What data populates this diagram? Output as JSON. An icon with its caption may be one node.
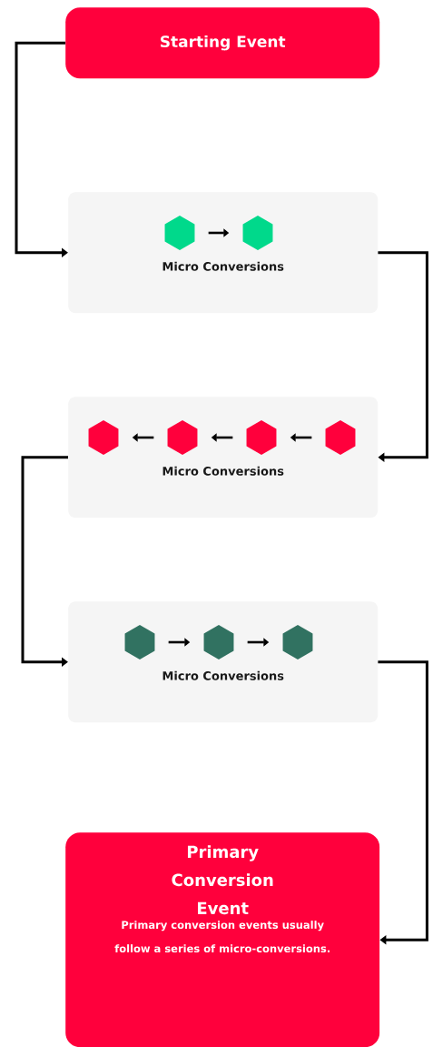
{
  "diagram": {
    "nodes": [
      {
        "text": [
          "Starting Event"
        ]
      },
      {
        "text": [
          "Micro Conversions"
        ]
      },
      {
        "text": [],
        "shape": "hexagon",
        "in": 1
      },
      {
        "text": [],
        "shape": "hexagon",
        "in": 1
      },
      {
        "text": [
          "Micro Conversions"
        ]
      },
      {
        "text": [],
        "shape": "hexagon",
        "in": 4
      },
      {
        "text": [],
        "shape": "hexagon",
        "in": 4
      },
      {
        "text": [],
        "shape": "hexagon",
        "in": 4
      },
      {
        "text": [],
        "shape": "hexagon",
        "in": 4
      },
      {
        "text": [
          "Micro Conversions"
        ]
      },
      {
        "text": [],
        "shape": "hexagon",
        "in": 9
      },
      {
        "text": [],
        "shape": "hexagon",
        "in": 9
      },
      {
        "text": [],
        "shape": "hexagon",
        "in": 9
      },
      {
        "text": [
          "Primary Conversion Event",
          "Primary conversion events usually follow a series of micro-conversions."
        ]
      }
    ],
    "edges": [
      {
        "from": 0,
        "to": 1,
        "arrow": "to"
      },
      {
        "from": 1,
        "to": 4,
        "arrow": "to"
      },
      {
        "from": 4,
        "to": 9,
        "arrow": "to"
      },
      {
        "from": 9,
        "to": 13,
        "arrow": "to"
      },
      {
        "from": 2,
        "to": 3,
        "arrow": "to"
      },
      {
        "from": 6,
        "to": 5,
        "arrow": "to"
      },
      {
        "from": 7,
        "to": 6,
        "arrow": "to"
      },
      {
        "from": 8,
        "to": 7,
        "arrow": "to"
      },
      {
        "from": 10,
        "to": 11,
        "arrow": "to"
      },
      {
        "from": 11,
        "to": 12,
        "arrow": "to"
      }
    ]
  }
}
